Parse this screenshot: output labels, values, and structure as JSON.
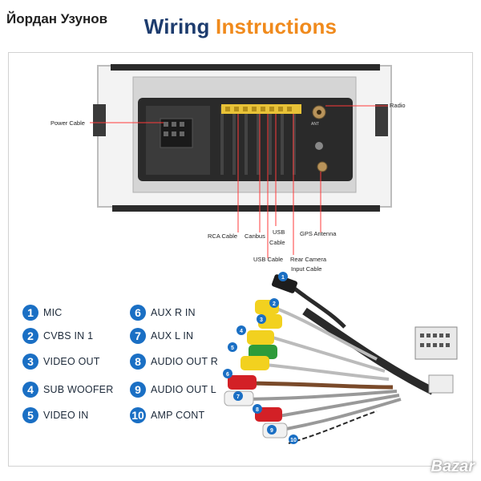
{
  "watermark": "Йордан Узунов",
  "title": {
    "part1": "Wiring",
    "part2": "Instructions"
  },
  "labels": {
    "power_cable": "Power Cable",
    "radio": "Radio",
    "rca_cable": "RCA Cable",
    "canbus": "Canbus",
    "usb_cable_1a": "USB",
    "usb_cable_1b": "Cable",
    "usb_cable_2": "USB Cable",
    "gps_antenna": "GPS Antenna",
    "rear_camera_a": "Rear Camera",
    "rear_camera_b": "Input Cable",
    "ant": "ANT"
  },
  "legend": [
    {
      "num": "1",
      "text": "MIC"
    },
    {
      "num": "2",
      "text": "CVBS IN 1"
    },
    {
      "num": "3",
      "text": "VIDEO OUT"
    },
    {
      "num": "4",
      "text": "SUB WOOFER"
    },
    {
      "num": "5",
      "text": "VIDEO IN"
    },
    {
      "num": "6",
      "text": "AUX R IN"
    },
    {
      "num": "7",
      "text": "AUX L IN"
    },
    {
      "num": "8",
      "text": "AUDIO OUT R"
    },
    {
      "num": "9",
      "text": "AUDIO OUT L"
    },
    {
      "num": "10",
      "text": "AMP CONT"
    }
  ],
  "cable_markers": [
    "1",
    "2",
    "3",
    "4",
    "5",
    "6",
    "7",
    "8",
    "9",
    "10"
  ],
  "bazar": "Bazar",
  "colors": {
    "badge": "#1a6fc4",
    "title_dark": "#1d3c6e",
    "title_orange": "#f08a1c"
  }
}
